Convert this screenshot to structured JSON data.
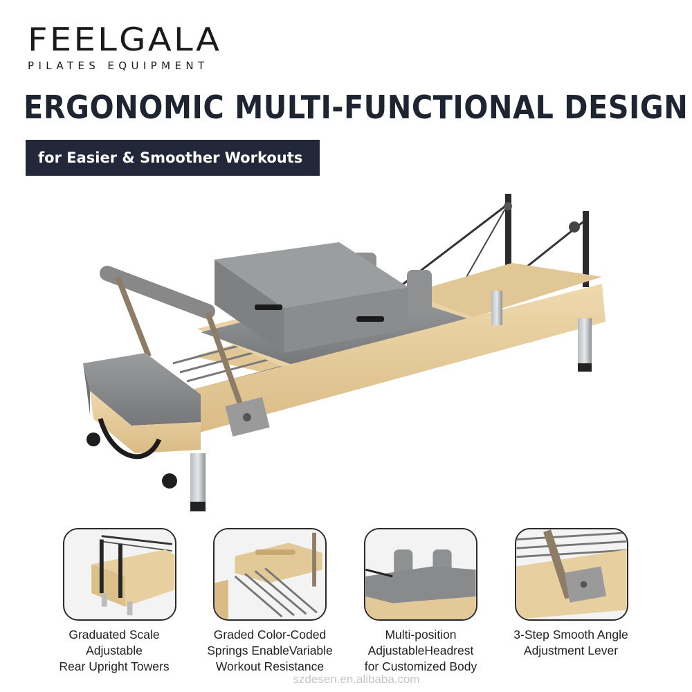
{
  "brand": {
    "name": "FEELGALA",
    "tagline": "PILATES EQUIPMENT"
  },
  "headline": "ERGONOMIC MULTI-FUNCTIONAL DESIGN",
  "subheadline": "for Easier & Smoother Workouts",
  "colors": {
    "banner_bg": "#22283a",
    "wood": "#e8cfa0",
    "upholstery": "#8a8c8d",
    "metal": "#3a3a3a"
  },
  "features": [
    {
      "lines": [
        "Graduated Scale",
        "Adjustable",
        "Rear Upright Towers"
      ]
    },
    {
      "lines": [
        "Graded Color-Coded",
        "Springs EnableVariable",
        "Workout Resistance"
      ]
    },
    {
      "lines": [
        "Multi-position",
        "AdjustableHeadrest",
        "for Customized Body"
      ]
    },
    {
      "lines": [
        "3-Step Smooth Angle",
        "Adjustment Lever"
      ]
    }
  ],
  "watermark": "szdesen.en.alibaba.com"
}
